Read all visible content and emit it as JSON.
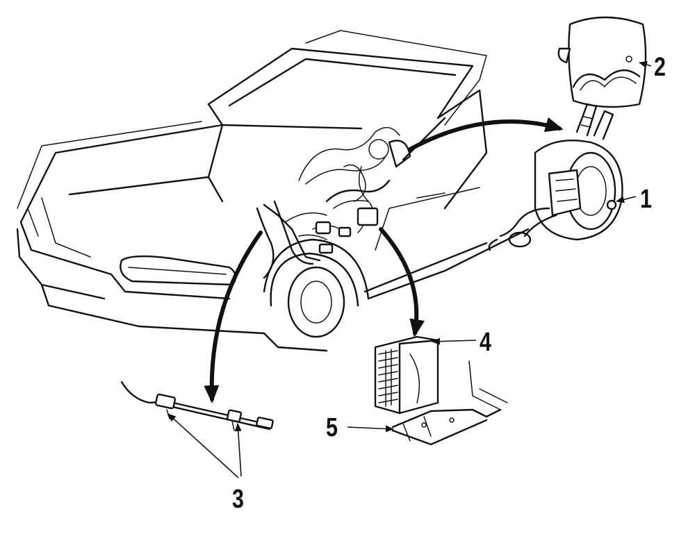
{
  "callouts": [
    {
      "id": "1",
      "text": "1"
    },
    {
      "id": "2",
      "text": "2"
    },
    {
      "id": "3",
      "text": "3"
    },
    {
      "id": "4",
      "text": "4"
    },
    {
      "id": "5",
      "text": "5"
    }
  ],
  "colors": {
    "ink": "#111111",
    "background": "#ffffff"
  }
}
